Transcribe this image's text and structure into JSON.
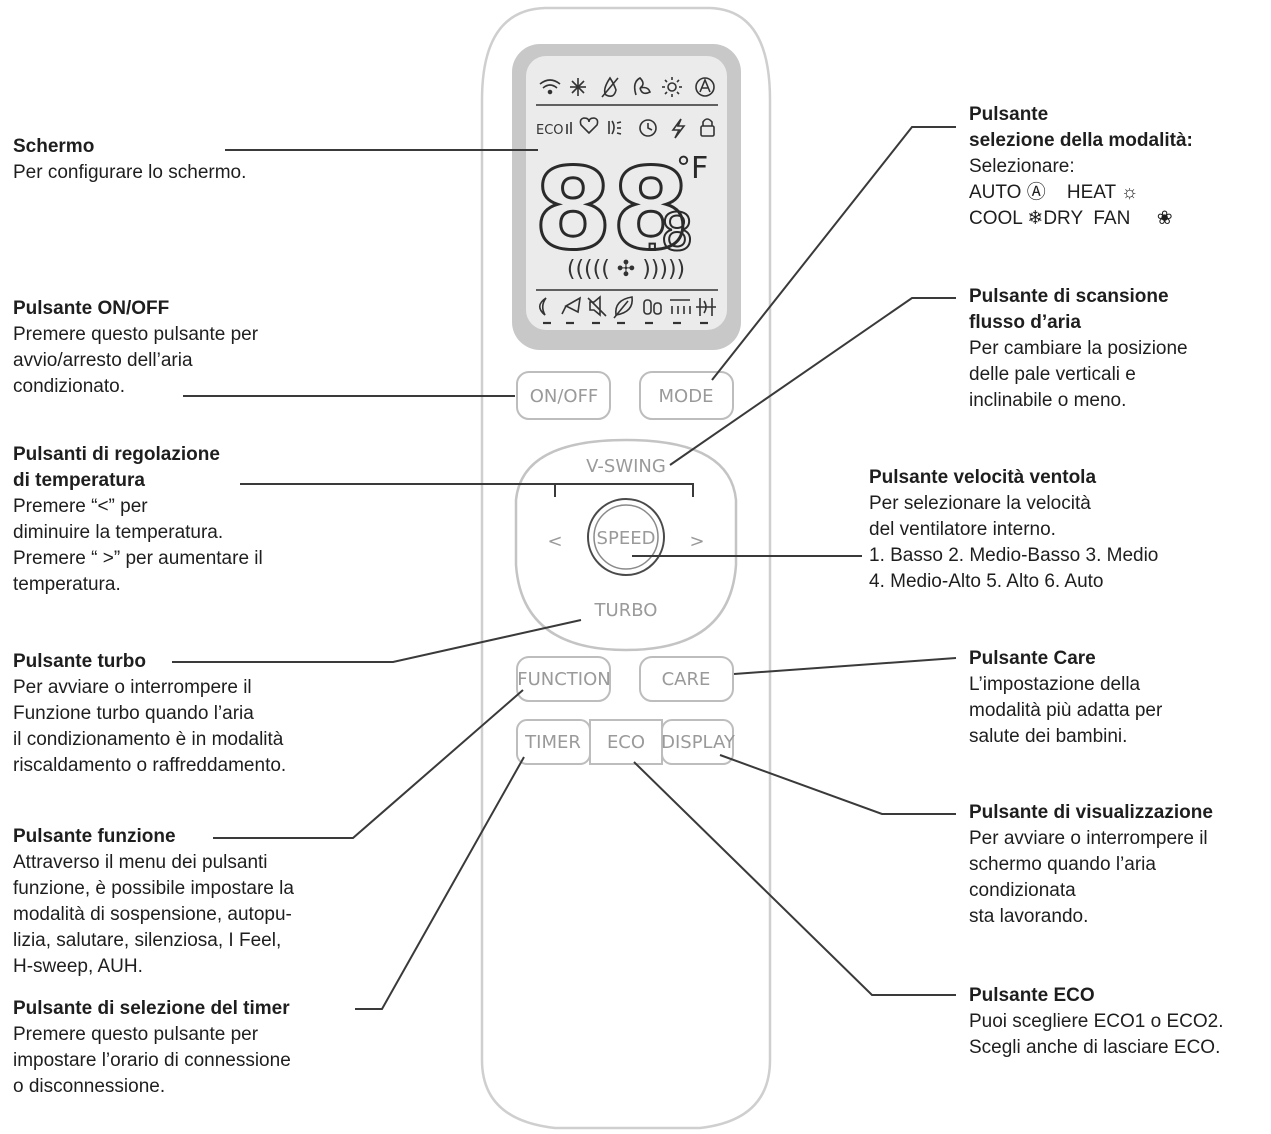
{
  "callouts": {
    "schermo": {
      "title": "Schermo",
      "desc": "Per configurare lo schermo."
    },
    "onoff": {
      "title": "Pulsante ON/OFF",
      "desc": "Premere questo pulsante per\navvio/arresto dell’aria\ncondizionato."
    },
    "temp": {
      "title": "Pulsanti di regolazione\ndi temperatura",
      "desc": "Premere “<” per\ndiminuire la temperatura.\nPremere “ >” per aumentare il\ntemperatura."
    },
    "turbo": {
      "title": "Pulsante turbo",
      "desc": "Per avviare o interrompere il\nFunzione turbo quando l’aria\nil condizionamento è in modalità\nriscaldamento o raffreddamento."
    },
    "funzione": {
      "title": "Pulsante funzione",
      "desc": "Attraverso il menu dei pulsanti\nfunzione, è possibile impostare la\nmodalità di sospensione, autopu-\nlizia, salutare, silenziosa, I Feel,\nH-sweep, AUH."
    },
    "timer": {
      "title": "Pulsante di selezione del timer",
      "desc": "Premere questo pulsante per\nimpostare l’orario di connessione\no disconnessione."
    },
    "modalita": {
      "title": "Pulsante\nselezione della modalità:",
      "desc": "Selezionare:",
      "opt_auto": "AUTO Ⓐ",
      "opt_heat": "HEAT ☼",
      "opt_cool": "COOL ❄DRY",
      "opt_fan": "FAN",
      "opt_fan_icon": "❀"
    },
    "scansione": {
      "title": "Pulsante di scansione\nflusso d’aria",
      "desc": "Per cambiare la posizione\ndelle pale verticali e\ninclinabile o meno."
    },
    "ventola": {
      "title": "Pulsante velocità ventola",
      "desc": "Per selezionare la velocità\ndel ventilatore interno.\n1. Basso   2. Medio-Basso   3. Medio\n4. Medio-Alto   5. Alto   6. Auto"
    },
    "care": {
      "title": "Pulsante Care",
      "desc": "L’impostazione della\nmodalità più adatta per\nsalute dei bambini."
    },
    "visualizzazione": {
      "title": "Pulsante di visualizzazione",
      "desc": "Per avviare o interrompere il\nschermo quando l’aria\ncondizionata\nsta lavorando."
    },
    "eco": {
      "title": "Pulsante ECO",
      "desc": "Puoi scegliere ECO1 o ECO2.\nScegli anche di lasciare ECO."
    }
  },
  "remote": {
    "buttons": {
      "onoff": "ON/OFF",
      "mode": "MODE",
      "vswing": "V-SWING",
      "speed": "SPEED",
      "turbo": "TURBO",
      "left": "<",
      "right": ">",
      "function": "FUNCTION",
      "care": "CARE",
      "timer": "TIMER",
      "eco": "ECO",
      "display": "DISPLAY"
    },
    "lcd": {
      "digits": "88",
      "decimal": ".8",
      "unit": "°F",
      "eco_label": "ECO",
      "fan_bar": "((((( ✣ )))))"
    }
  },
  "colors": {
    "onoff": "#e0363c",
    "care": "#6ab04c",
    "lcd_bg": "#eaeaea",
    "lcd_frame": "#c6c6c6"
  }
}
